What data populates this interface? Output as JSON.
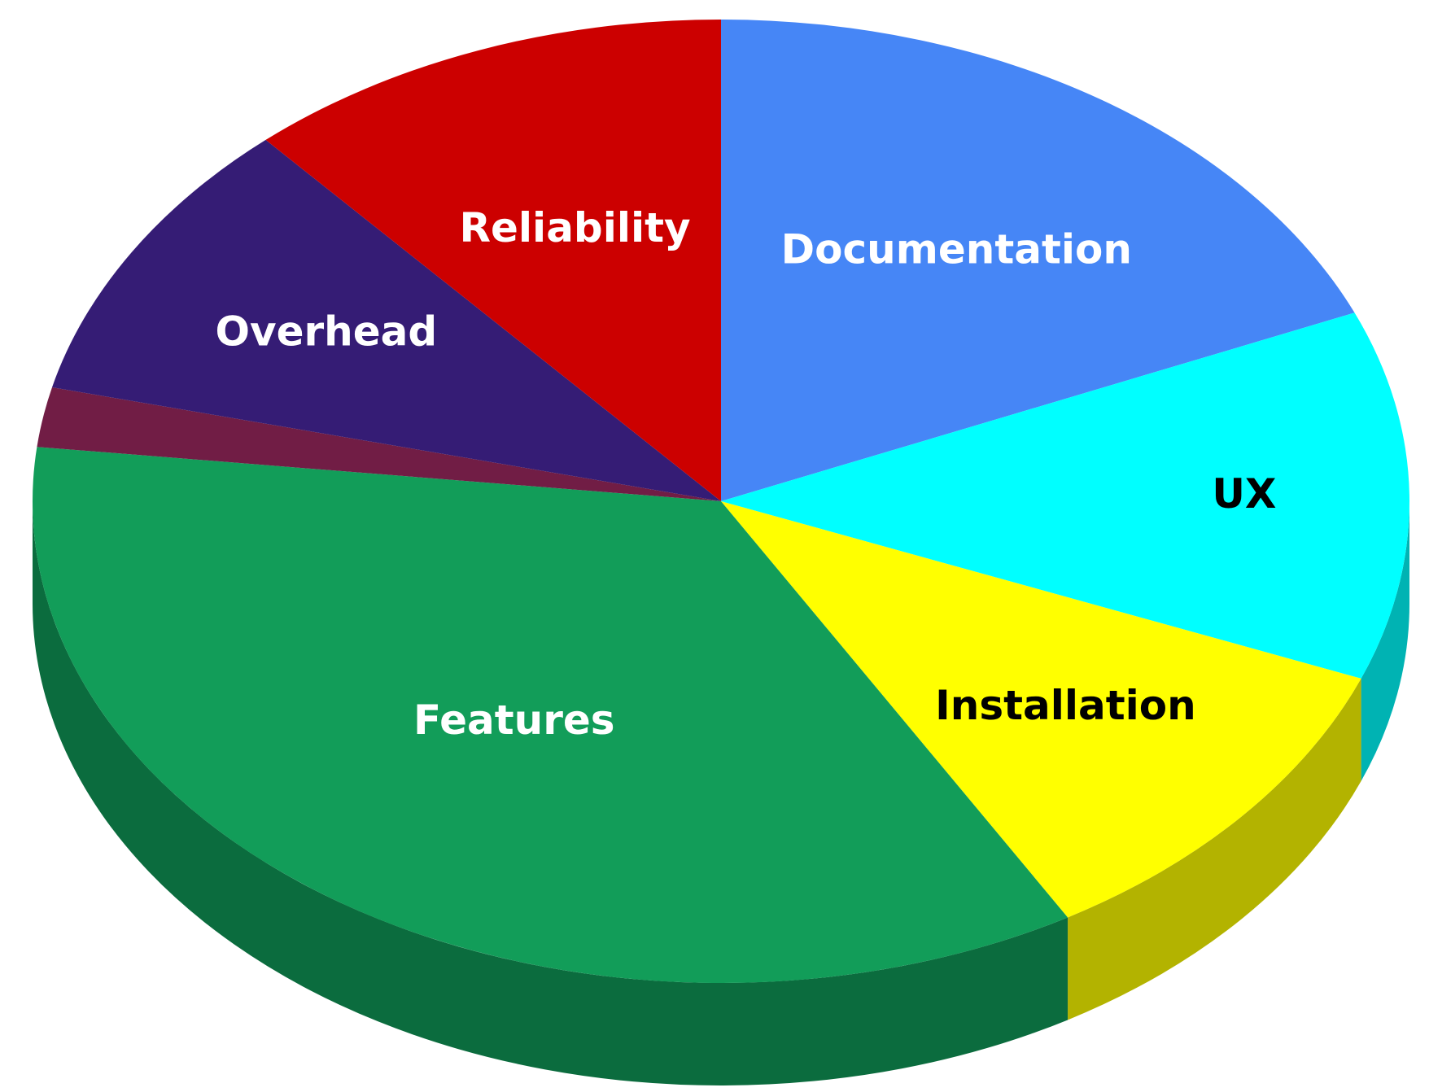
{
  "chart_data": {
    "type": "pie",
    "style": "3d",
    "title": "",
    "slices": [
      {
        "label": "Documentation",
        "value": 18.6,
        "color": "#4686f6",
        "side_color": "#3565ba",
        "label_color": "#ffffff"
      },
      {
        "label": "UX",
        "value": 12.4,
        "color": "#00ffff",
        "side_color": "#00b3b3",
        "label_color": "#000000"
      },
      {
        "label": "Installation",
        "value": 10.6,
        "color": "#ffff00",
        "side_color": "#b3b300",
        "label_color": "#000000"
      },
      {
        "label": "Features",
        "value": 35.2,
        "color": "#129d59",
        "side_color": "#0b6c3e",
        "label_color": "#ffffff"
      },
      {
        "label": "",
        "value": 2.0,
        "color": "#711d45",
        "side_color": "#4f1430",
        "label_color": "#ffffff"
      },
      {
        "label": "Overhead",
        "value": 9.7,
        "color": "#351c75",
        "side_color": "#251352",
        "label_color": "#ffffff"
      },
      {
        "label": "Reliability",
        "value": 11.5,
        "color": "#cc0000",
        "side_color": "#8f0000",
        "label_color": "#ffffff"
      }
    ]
  }
}
